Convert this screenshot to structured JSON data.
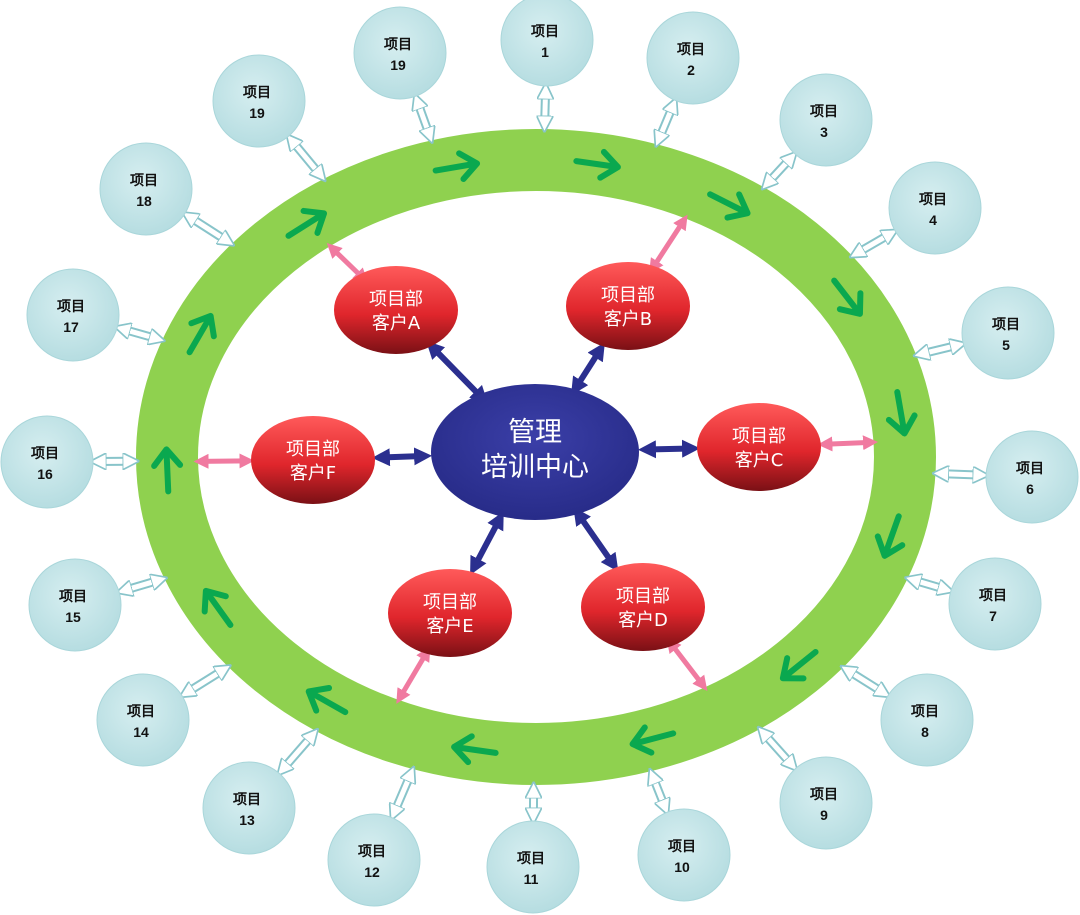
{
  "center": {
    "line1": "管理",
    "line2": "培训中心"
  },
  "clients": [
    {
      "line1": "项目部",
      "line2": "客户A"
    },
    {
      "line1": "项目部",
      "line2": "客户B"
    },
    {
      "line1": "项目部",
      "line2": "客户C"
    },
    {
      "line1": "项目部",
      "line2": "客户D"
    },
    {
      "line1": "项目部",
      "line2": "客户E"
    },
    {
      "line1": "项目部",
      "line2": "客户F"
    }
  ],
  "projects": [
    {
      "label": "项目",
      "num": "1"
    },
    {
      "label": "项目",
      "num": "2"
    },
    {
      "label": "项目",
      "num": "3"
    },
    {
      "label": "项目",
      "num": "4"
    },
    {
      "label": "项目",
      "num": "5"
    },
    {
      "label": "项目",
      "num": "6"
    },
    {
      "label": "项目",
      "num": "7"
    },
    {
      "label": "项目",
      "num": "8"
    },
    {
      "label": "项目",
      "num": "9"
    },
    {
      "label": "项目",
      "num": "10"
    },
    {
      "label": "项目",
      "num": "11"
    },
    {
      "label": "项目",
      "num": "12"
    },
    {
      "label": "项目",
      "num": "13"
    },
    {
      "label": "项目",
      "num": "14"
    },
    {
      "label": "项目",
      "num": "15"
    },
    {
      "label": "项目",
      "num": "16"
    },
    {
      "label": "项目",
      "num": "17"
    },
    {
      "label": "项目",
      "num": "18"
    },
    {
      "label": "项目",
      "num": "19"
    },
    {
      "label": "项目",
      "num": "19"
    }
  ],
  "colors": {
    "ring": "#8fd14f",
    "flow_arrow": "#0aa84f",
    "project_node": "#bfe3e6",
    "project_arrow": "#a8d8dc",
    "client_node": "#e8383d",
    "client_arrow": "#f07aa0",
    "center_node": "#2b2f8f",
    "center_arrow": "#2b2f8f"
  }
}
